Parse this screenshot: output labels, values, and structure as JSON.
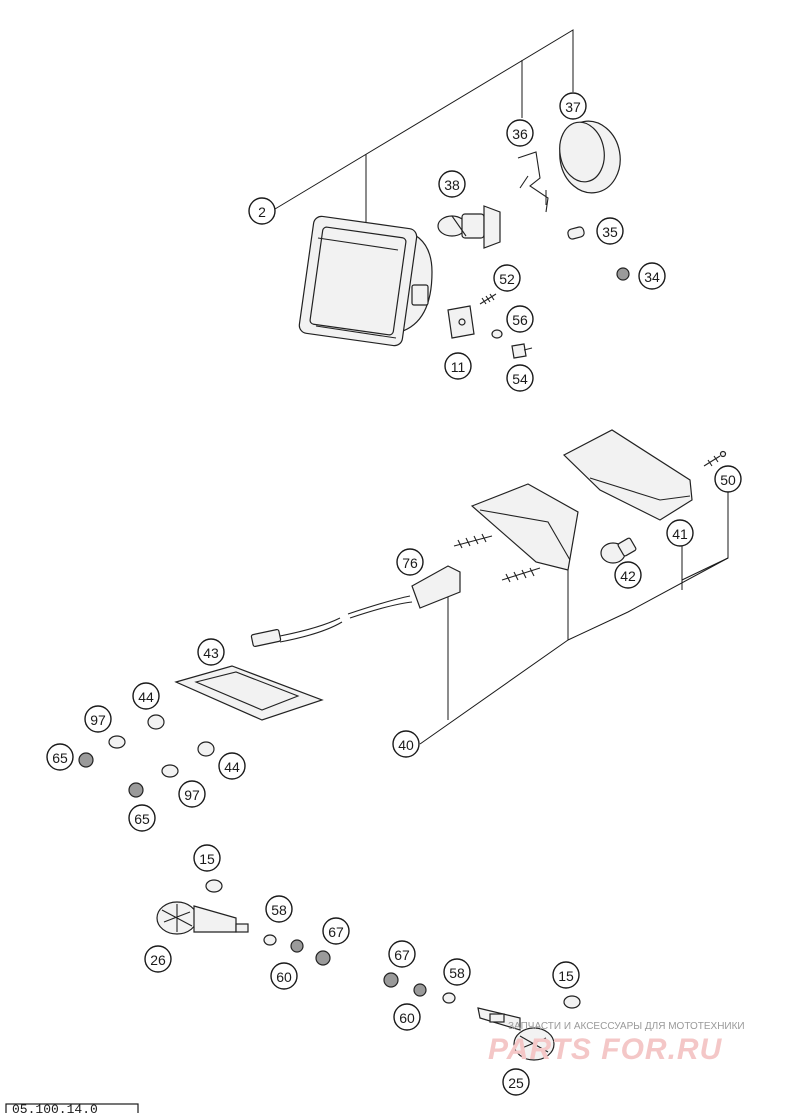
{
  "diagram": {
    "reference_code": "05.100.14.0",
    "watermark_caption": "ЗАПЧАСТИ И АКСЕССУАРЫ ДЛЯ МОТОТЕХНИКИ",
    "watermark_brand": "PARTS FOR.RU",
    "callouts": [
      "2",
      "37",
      "36",
      "38",
      "35",
      "34",
      "52",
      "56",
      "11",
      "54",
      "50",
      "41",
      "76",
      "42",
      "43",
      "40",
      "44",
      "97",
      "65",
      "44",
      "97",
      "65",
      "15",
      "58",
      "67",
      "26",
      "60",
      "67",
      "58",
      "15",
      "60",
      "25"
    ]
  }
}
